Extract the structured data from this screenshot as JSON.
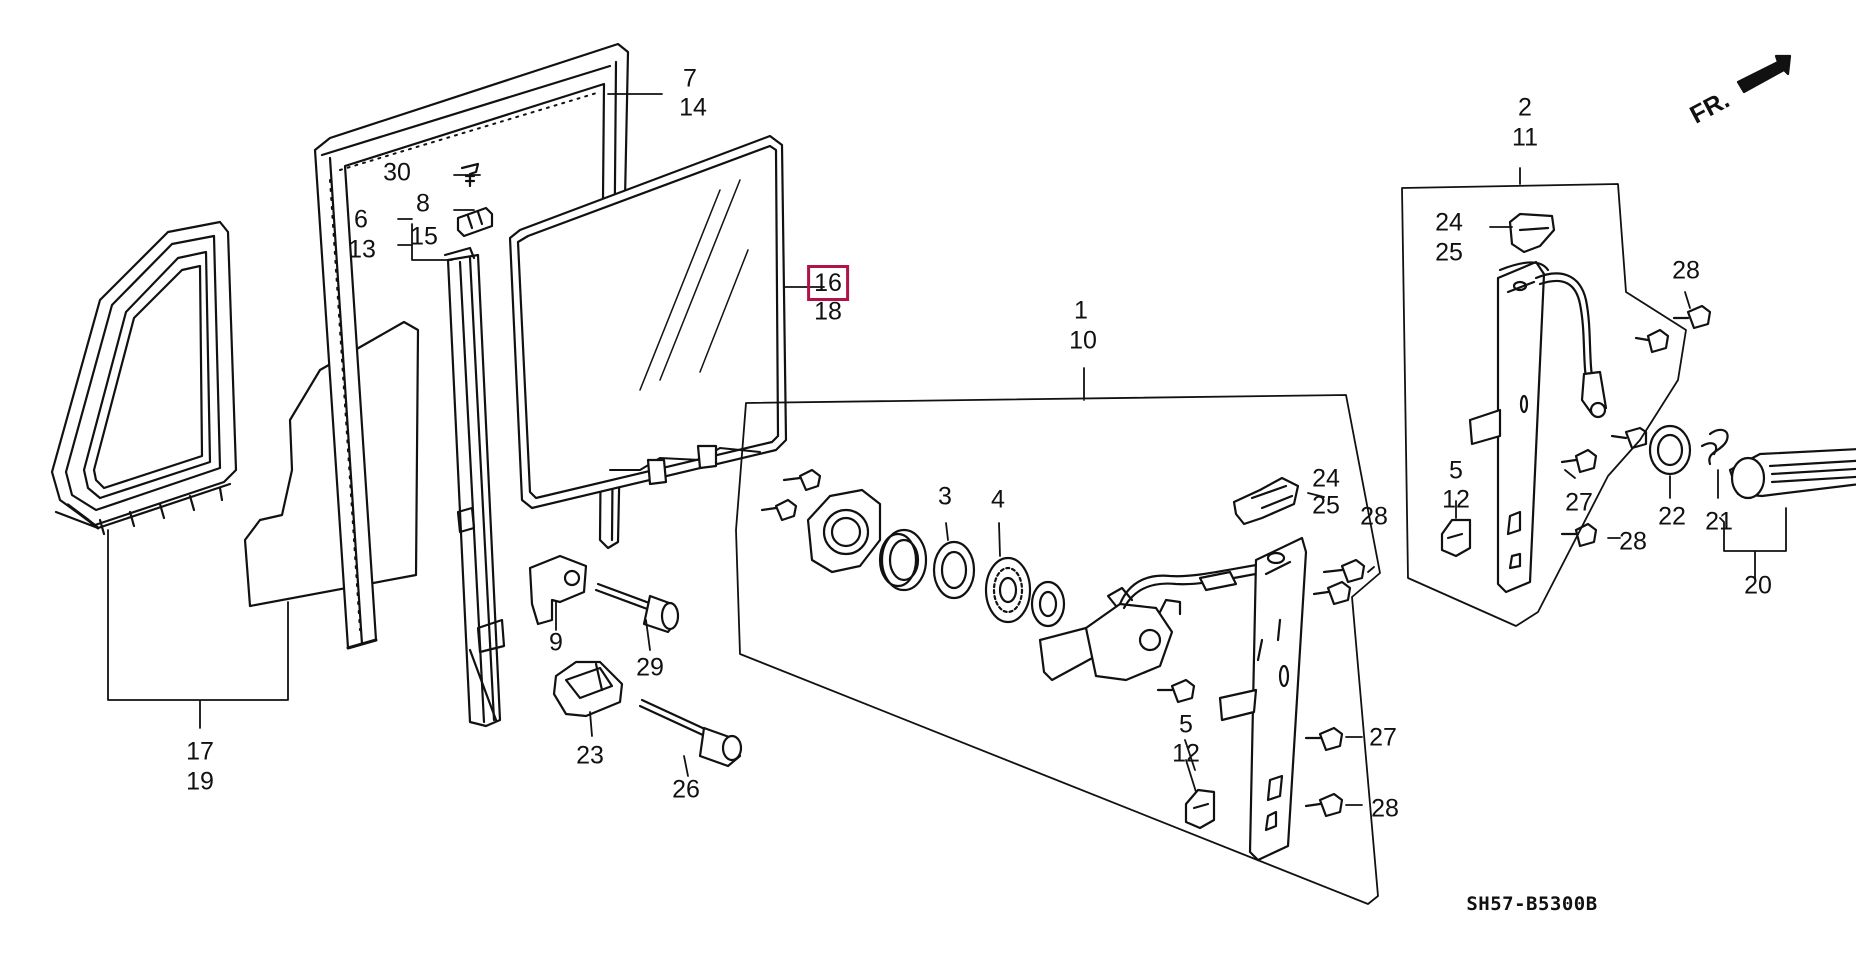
{
  "diagram": {
    "code": "SH57-B5300B",
    "front_marker": "FR.",
    "highlight_color": "#b0124a",
    "callouts": [
      {
        "id": "c7",
        "text": "7"
      },
      {
        "id": "c14",
        "text": "14"
      },
      {
        "id": "c30",
        "text": "30"
      },
      {
        "id": "c8",
        "text": "8"
      },
      {
        "id": "c6",
        "text": "6"
      },
      {
        "id": "c15",
        "text": "15"
      },
      {
        "id": "c13",
        "text": "13"
      },
      {
        "id": "c16",
        "text": "16",
        "highlighted": true
      },
      {
        "id": "c18",
        "text": "18"
      },
      {
        "id": "c1",
        "text": "1"
      },
      {
        "id": "c10",
        "text": "10"
      },
      {
        "id": "c2",
        "text": "2"
      },
      {
        "id": "c11",
        "text": "11"
      },
      {
        "id": "c24a",
        "text": "24"
      },
      {
        "id": "c25a",
        "text": "25"
      },
      {
        "id": "c28a",
        "text": "28"
      },
      {
        "id": "c5a",
        "text": "5"
      },
      {
        "id": "c12a",
        "text": "12"
      },
      {
        "id": "c27a",
        "text": "27"
      },
      {
        "id": "c22",
        "text": "22"
      },
      {
        "id": "c21",
        "text": "21"
      },
      {
        "id": "c28b",
        "text": "28"
      },
      {
        "id": "c20",
        "text": "20"
      },
      {
        "id": "c24b",
        "text": "24"
      },
      {
        "id": "c25b",
        "text": "25"
      },
      {
        "id": "c28c",
        "text": "28"
      },
      {
        "id": "c3",
        "text": "3"
      },
      {
        "id": "c4",
        "text": "4"
      },
      {
        "id": "c9",
        "text": "9"
      },
      {
        "id": "c29",
        "text": "29"
      },
      {
        "id": "c23",
        "text": "23"
      },
      {
        "id": "c26",
        "text": "26"
      },
      {
        "id": "c17",
        "text": "17"
      },
      {
        "id": "c19",
        "text": "19"
      },
      {
        "id": "c5b",
        "text": "5"
      },
      {
        "id": "c12b",
        "text": "12"
      },
      {
        "id": "c27b",
        "text": "27"
      },
      {
        "id": "c28d",
        "text": "28"
      }
    ]
  }
}
